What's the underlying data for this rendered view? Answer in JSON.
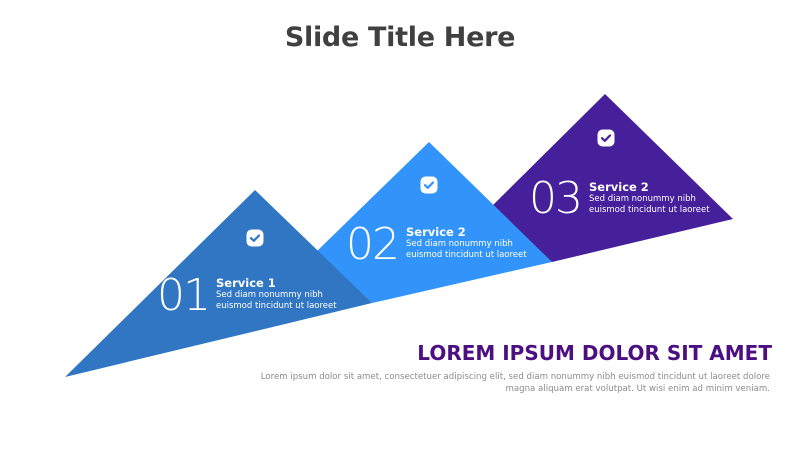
{
  "slide": {
    "title": "Slide Title Here"
  },
  "colors": {
    "step1": "#3176c3",
    "step2": "#3294fa",
    "step3": "#461f9b",
    "headline": "#4b0f82",
    "body_text": "#8c8c8c",
    "title": "#404040"
  },
  "steps": [
    {
      "number": "01",
      "name": "Service 1",
      "desc_line1": "Sed diam nonummy nibh",
      "desc_line2": "euismod tincidunt ut laoreet",
      "icon": "check-icon"
    },
    {
      "number": "02",
      "name": "Service 2",
      "desc_line1": "Sed diam nonummy nibh",
      "desc_line2": "euismod tincidunt ut laoreet",
      "icon": "check-icon"
    },
    {
      "number": "03",
      "name": "Service 2",
      "desc_line1": "Sed diam nonummy nibh",
      "desc_line2": "euismod tincidunt ut laoreet",
      "icon": "check-icon"
    }
  ],
  "summary": {
    "headline": "LOREM IPSUM DOLOR SIT AMET",
    "body": "Lorem ipsum dolor sit amet, consectetuer adipiscing elit, sed diam nonummy nibh euismod tincidunt ut laoreet dolore magna aliquam erat volutpat. Ut wisi enim ad minim veniam."
  }
}
